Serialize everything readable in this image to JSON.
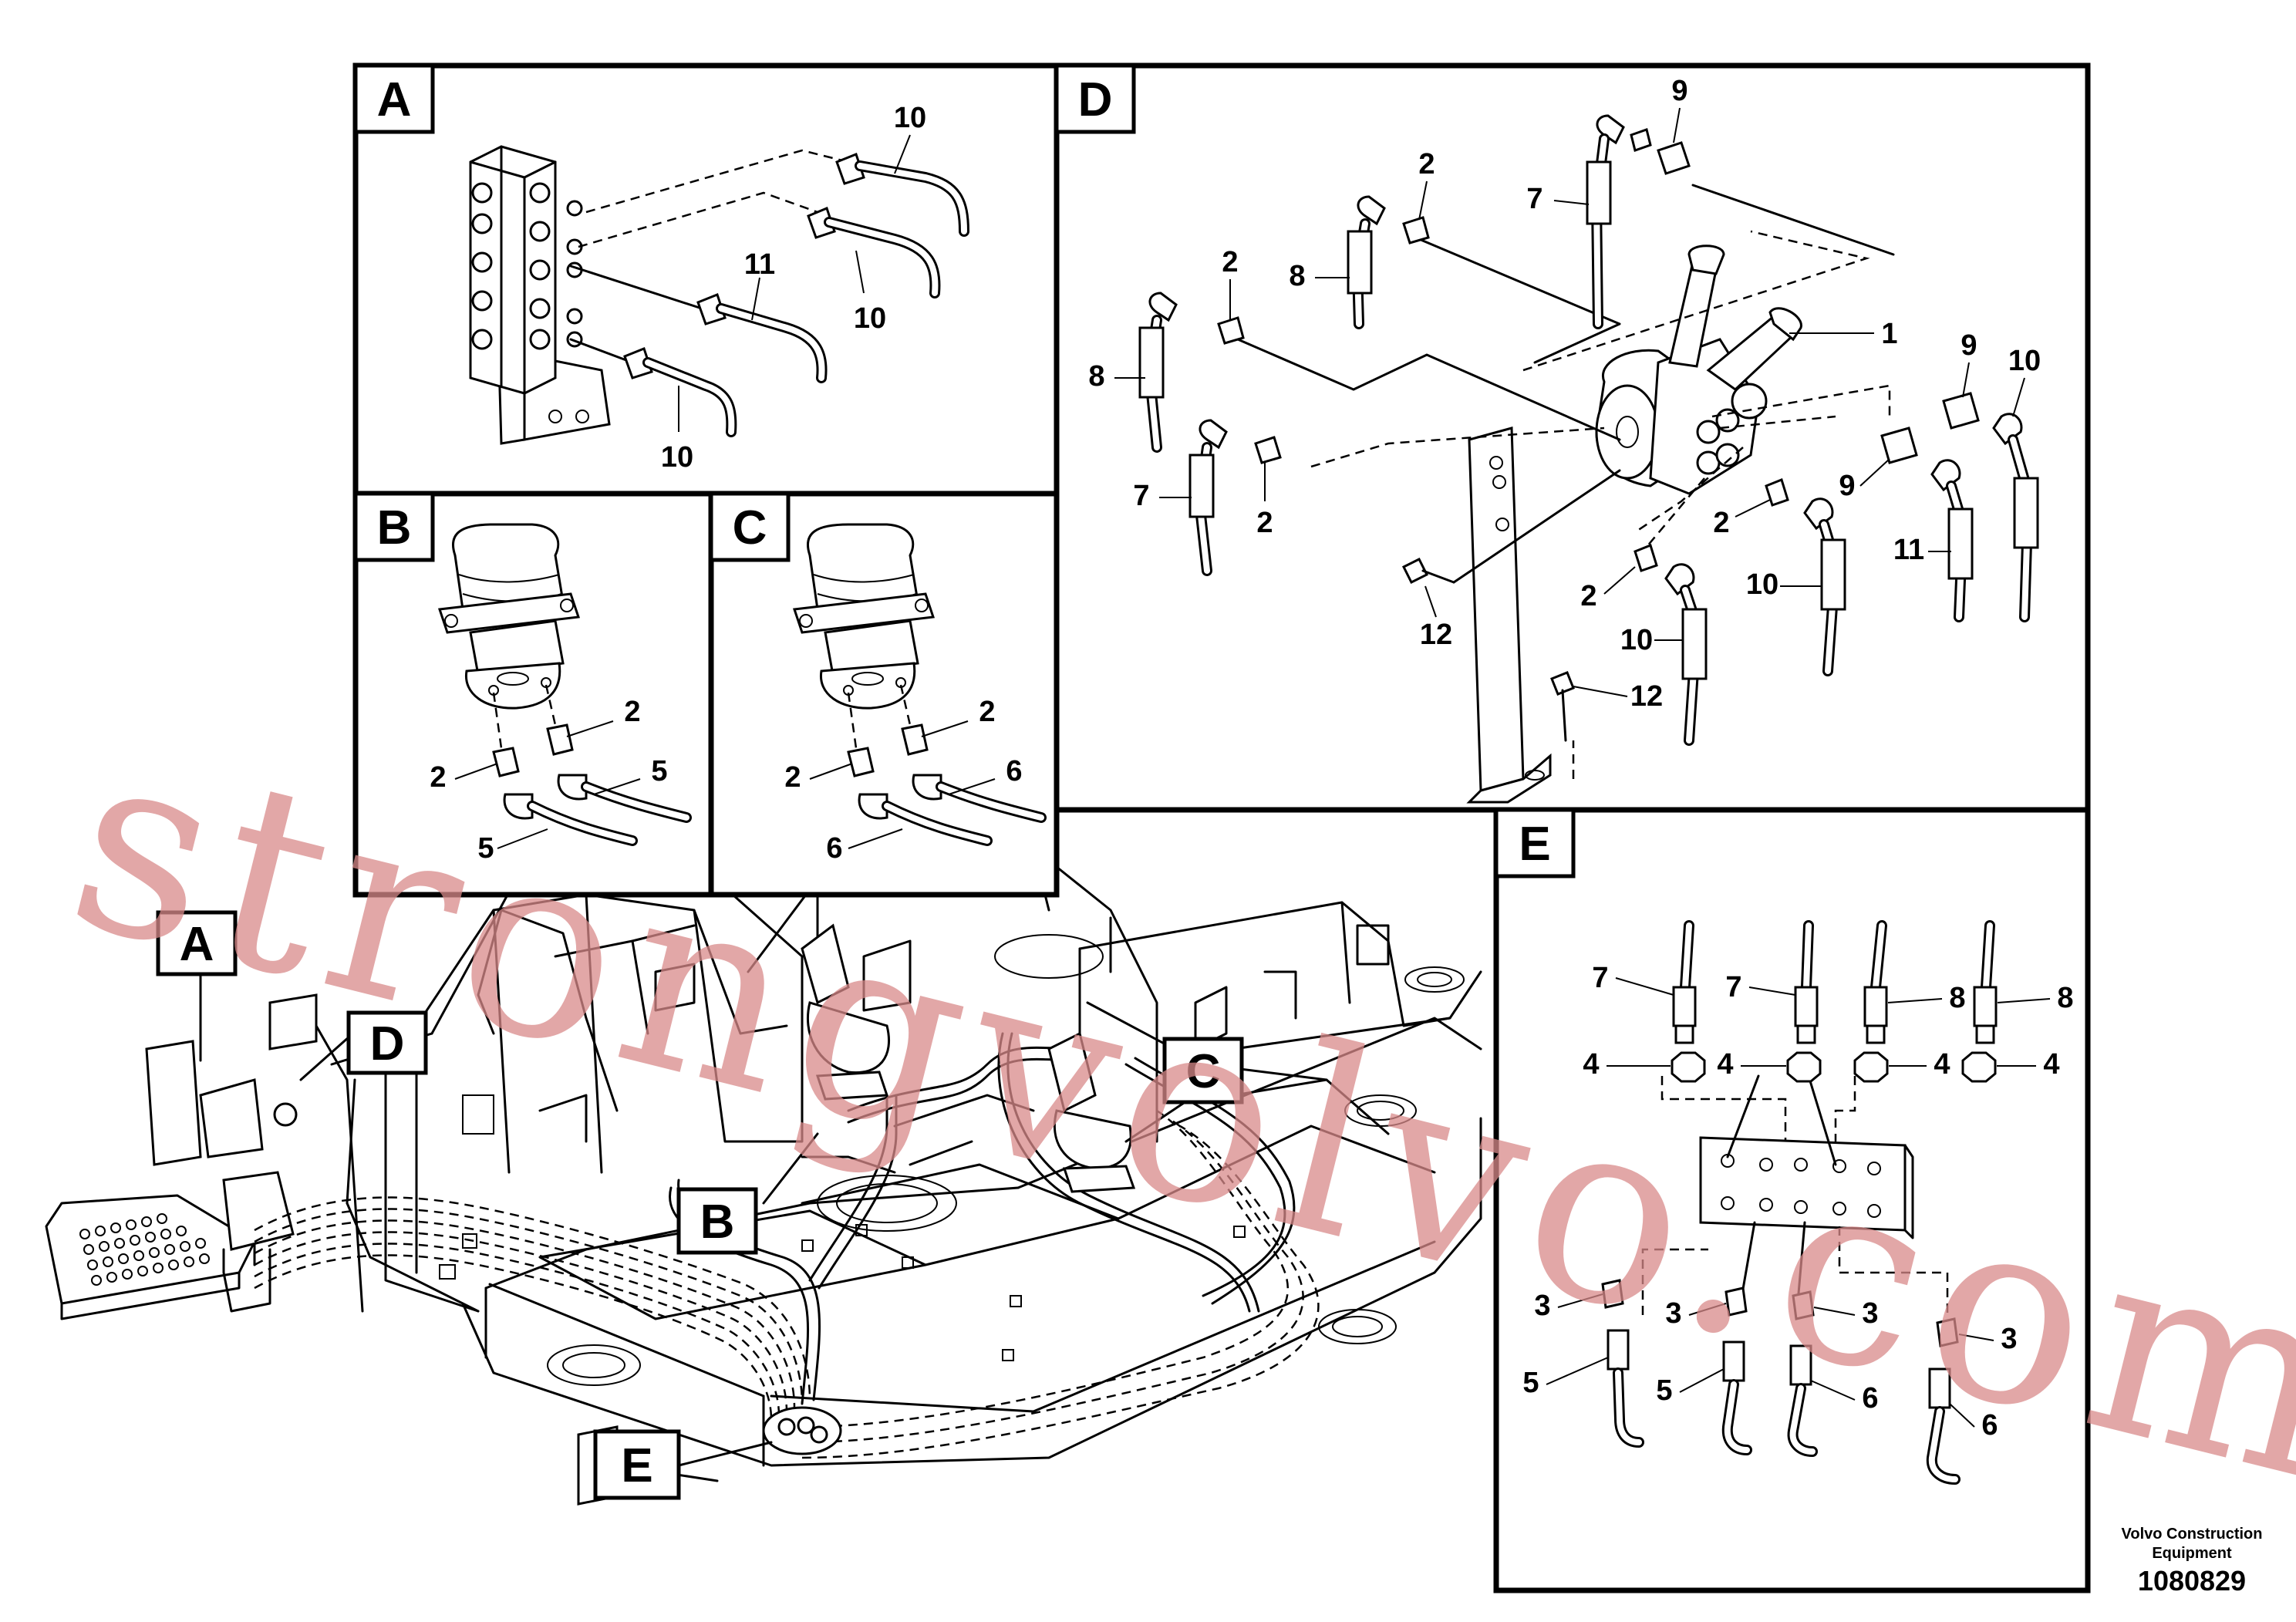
{
  "panels": {
    "A": {
      "label": "A",
      "callouts": [
        "10",
        "10",
        "11",
        "10"
      ]
    },
    "B": {
      "label": "B",
      "callouts": [
        "2",
        "2",
        "5",
        "5"
      ]
    },
    "C": {
      "label": "C",
      "callouts": [
        "2",
        "2",
        "6",
        "6"
      ]
    },
    "D": {
      "label": "D",
      "callouts": [
        "9",
        "2",
        "7",
        "2",
        "8",
        "1",
        "8",
        "9",
        "10",
        "7",
        "2",
        "2",
        "9",
        "11",
        "2",
        "10",
        "12",
        "10",
        "12"
      ]
    },
    "E": {
      "label": "E",
      "callouts": [
        "7",
        "7",
        "8",
        "8",
        "4",
        "4",
        "4",
        "4",
        "3",
        "3",
        "3",
        "3",
        "5",
        "5",
        "6",
        "6"
      ]
    }
  },
  "overview_tags": [
    "A",
    "D",
    "B",
    "C",
    "E"
  ],
  "watermark": "strongvolvo.com",
  "footer": {
    "company_line1": "Volvo Construction",
    "company_line2": "Equipment",
    "drawing_number": "1080829"
  }
}
